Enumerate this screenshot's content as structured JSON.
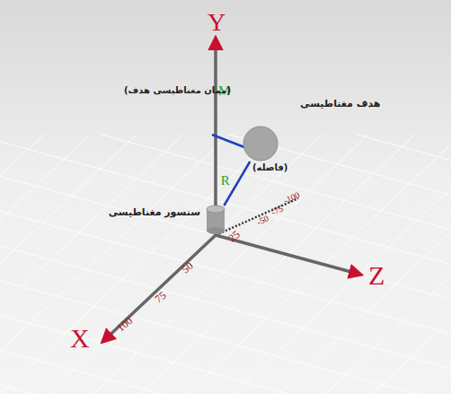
{
  "diagram": {
    "nodes": [
      {
        "text": [
          "هدف مغناطیسی"
        ]
      },
      {
        "text": [
          "سنسور مغناطیسی"
        ]
      }
    ],
    "edges": [
      {
        "from": 1,
        "to": 0,
        "arrow": "none",
        "label": "R"
      }
    ],
    "labels": [
      "Y",
      "M",
      "(ممان مغناطیسی هدف)",
      "(فاصله)",
      "25",
      "50",
      "75",
      "100",
      "-50",
      "-75",
      "-100",
      "Z",
      "X"
    ]
  }
}
